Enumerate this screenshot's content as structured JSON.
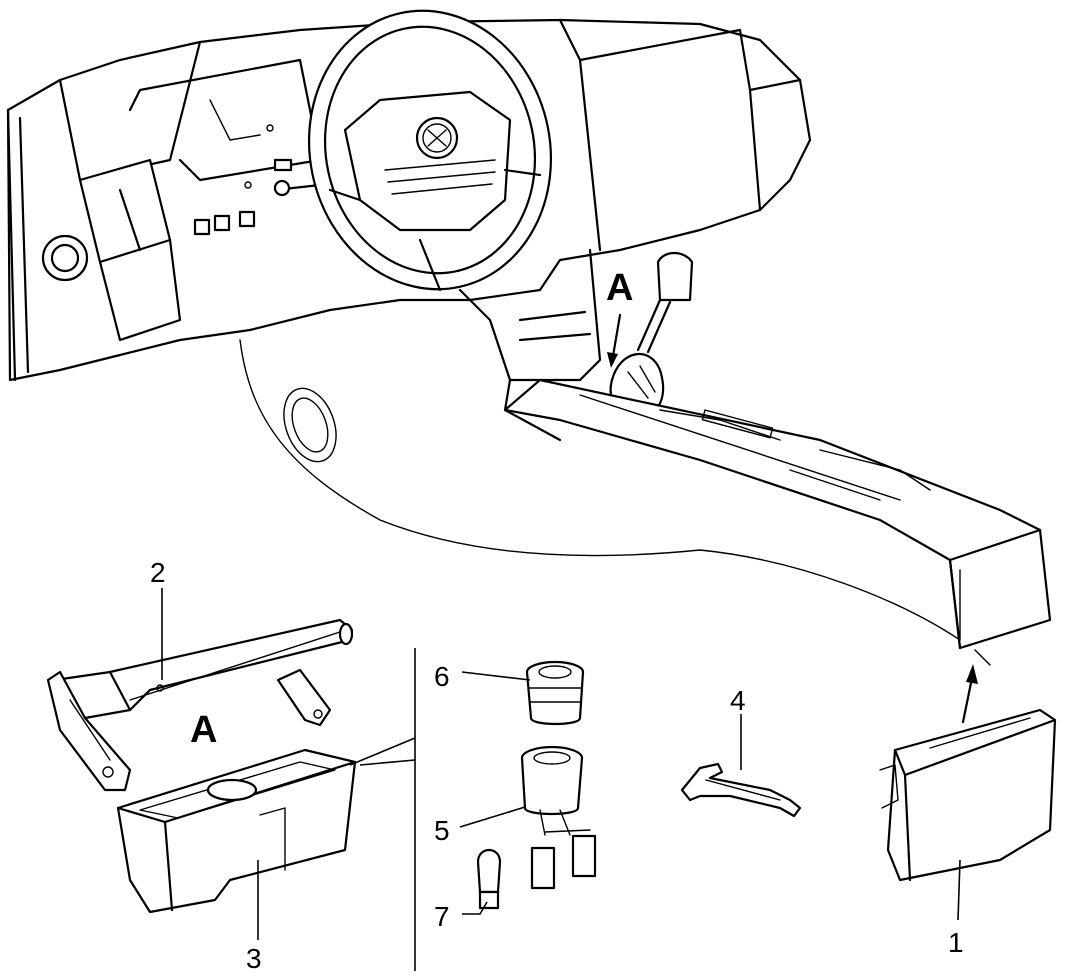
{
  "diagram": {
    "view_label": "A",
    "view_marker": "A",
    "callouts": [
      {
        "id": "1",
        "label": "1"
      },
      {
        "id": "2",
        "label": "2"
      },
      {
        "id": "3",
        "label": "3"
      },
      {
        "id": "4",
        "label": "4"
      },
      {
        "id": "5",
        "label": "5"
      },
      {
        "id": "6",
        "label": "6"
      },
      {
        "id": "7",
        "label": "7"
      }
    ]
  }
}
